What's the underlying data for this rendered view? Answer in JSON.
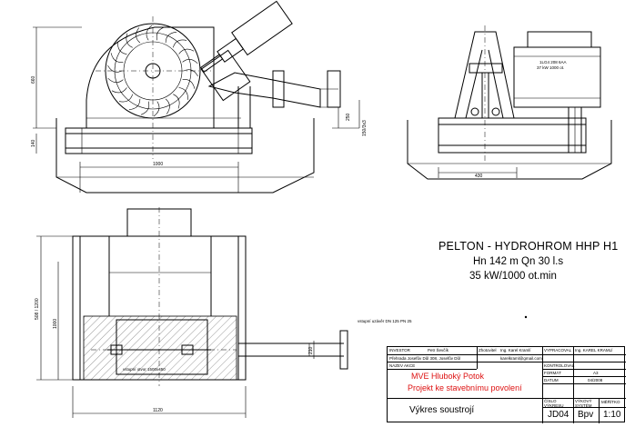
{
  "dimensions": {
    "height_660": "660",
    "width_1000": "1000",
    "depth_140": "140",
    "d_250": "250",
    "d_150x3": "150/3x3",
    "width_430": "430",
    "d_508_1200": "508 / 1200",
    "d_1000_side": "1000",
    "d_1120": "1120",
    "d_210": "210"
  },
  "motor_plate": {
    "model": "1LG4 208 6AA",
    "rating": "37 kW  1000 ot."
  },
  "annotations": {
    "valve_note": "vstupní uzávěr DN 125  PN 25",
    "pit_note": "vstupní otvor  1500x450"
  },
  "heading": {
    "line1": "PELTON - HYDROHROM HHP H1",
    "line2": "Hn 142 m  Qn 30 l.s",
    "line3": "35 kW/1000 ot.min"
  },
  "title_block": {
    "investor_label": "INVESTOR",
    "investor_name": "Petr Ševčík",
    "investor_address": "Přehrada Josefův Důl 308, Josefův Důl",
    "designer_label": "Zhotovitel",
    "designer_name": "Ing. Karel Kramlí",
    "designer_email": "karelkraml@gmail.com",
    "prepared_label": "VYPRACOVAL",
    "prepared_name": "Ing. KAREL KRAMLÍ",
    "checked_label": "KONTROLOVAL",
    "task_label": "NÁZEV AKCE",
    "project_name": "MVE Hluboký Potok",
    "project_subtitle": "Projekt ke stavebnímu povolení",
    "format_label": "FORMÁT",
    "format_value": "A3",
    "date_label": "DATUM",
    "date_value": "04/2008",
    "drawing_title": "Výkres soustrojí",
    "number_label": "ČÍSLO VÝKRESU",
    "system_label": "VÝKOVÝ SYSTÉM",
    "scale_label": "MĚŘÍTKO",
    "number_value": "JD04",
    "system_value": "Bpv",
    "scale_value": "1:10"
  }
}
